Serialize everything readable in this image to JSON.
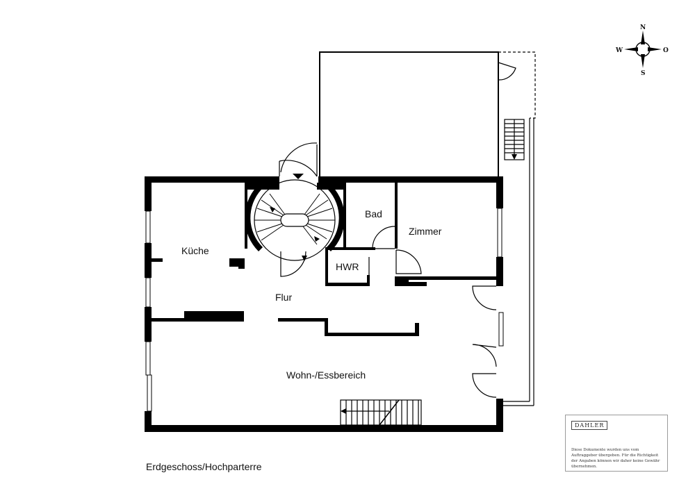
{
  "rooms": {
    "kueche": "Küche",
    "bad": "Bad",
    "zimmer": "Zimmer",
    "hwr": "HWR",
    "flur": "Flur",
    "wohn": "Wohn-/Essbereich"
  },
  "compass": {
    "n": "N",
    "s": "S",
    "w": "W",
    "o": "O"
  },
  "floor_title": "Erdgeschoss/Hochparterre",
  "logo": {
    "brand": "DAHLER",
    "disclaimer": "Diese Dokumente wurden uns vom Auftraggeber übergeben. Für die Richtigkeit der Angaben können wir daher keine Gewähr übernehmen."
  }
}
